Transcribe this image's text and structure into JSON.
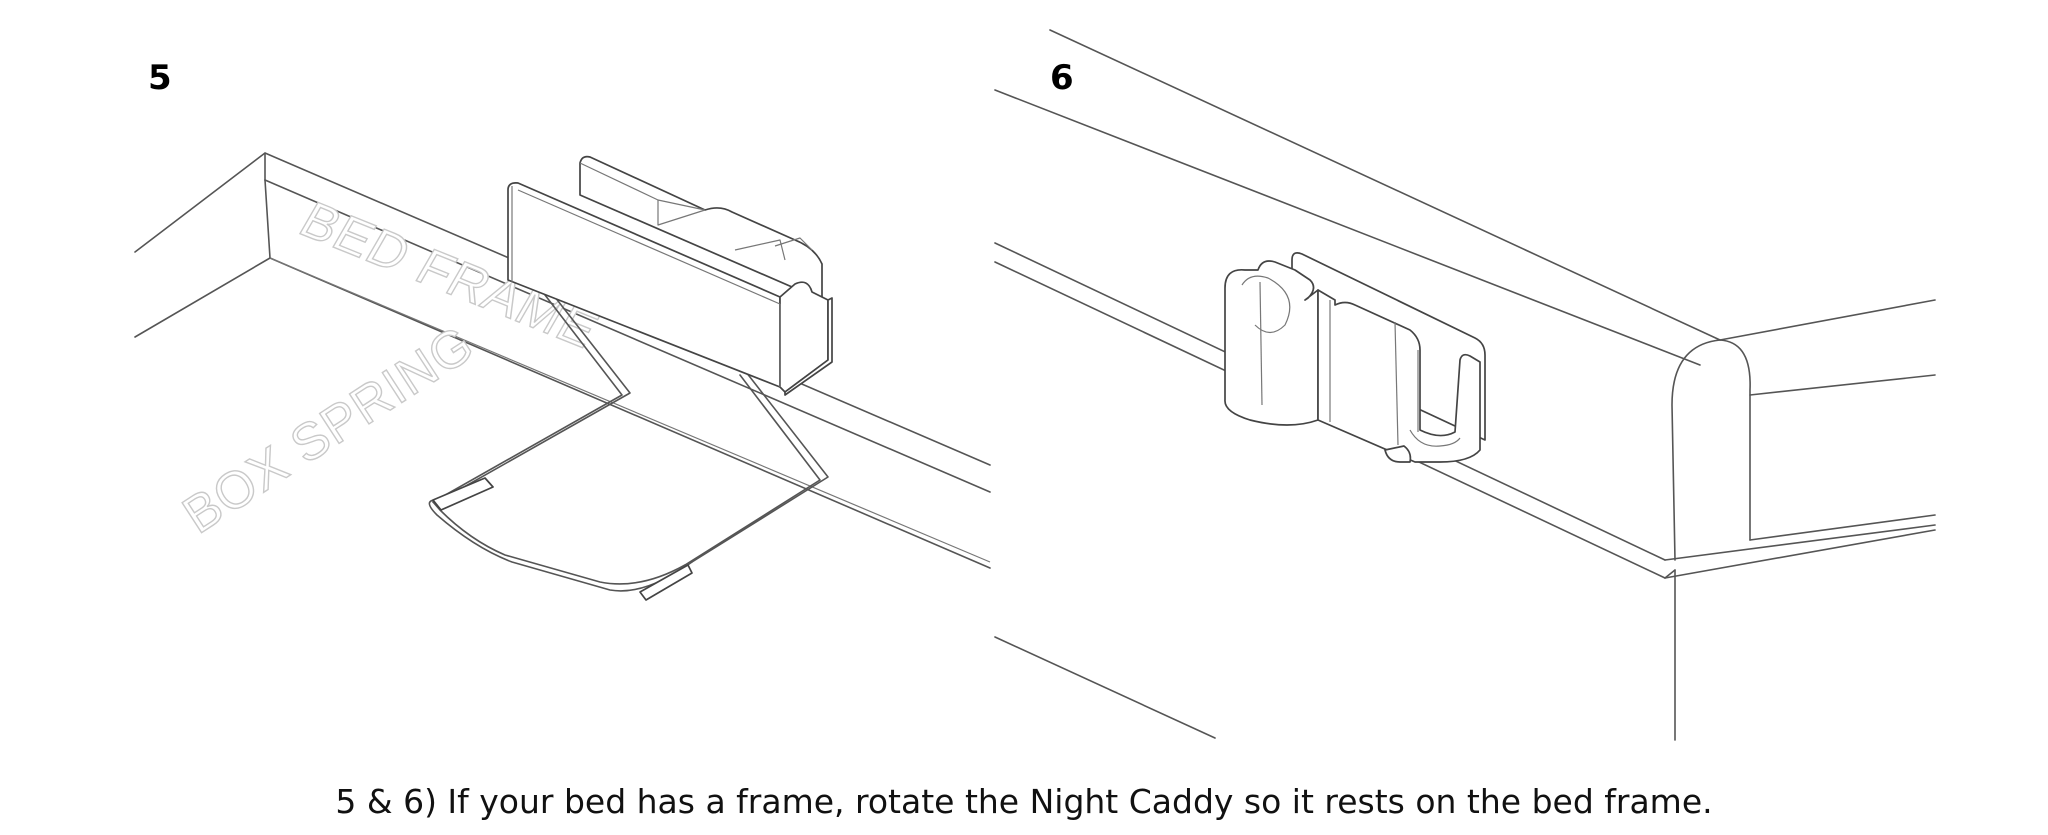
{
  "steps": [
    {
      "number": "5",
      "labels": {
        "bed_frame": "BED FRAME",
        "box_spring": "BOX SPRING"
      }
    },
    {
      "number": "6"
    }
  ],
  "caption": "5 & 6) If your bed has a frame, rotate the Night Caddy so it rests on the bed frame."
}
